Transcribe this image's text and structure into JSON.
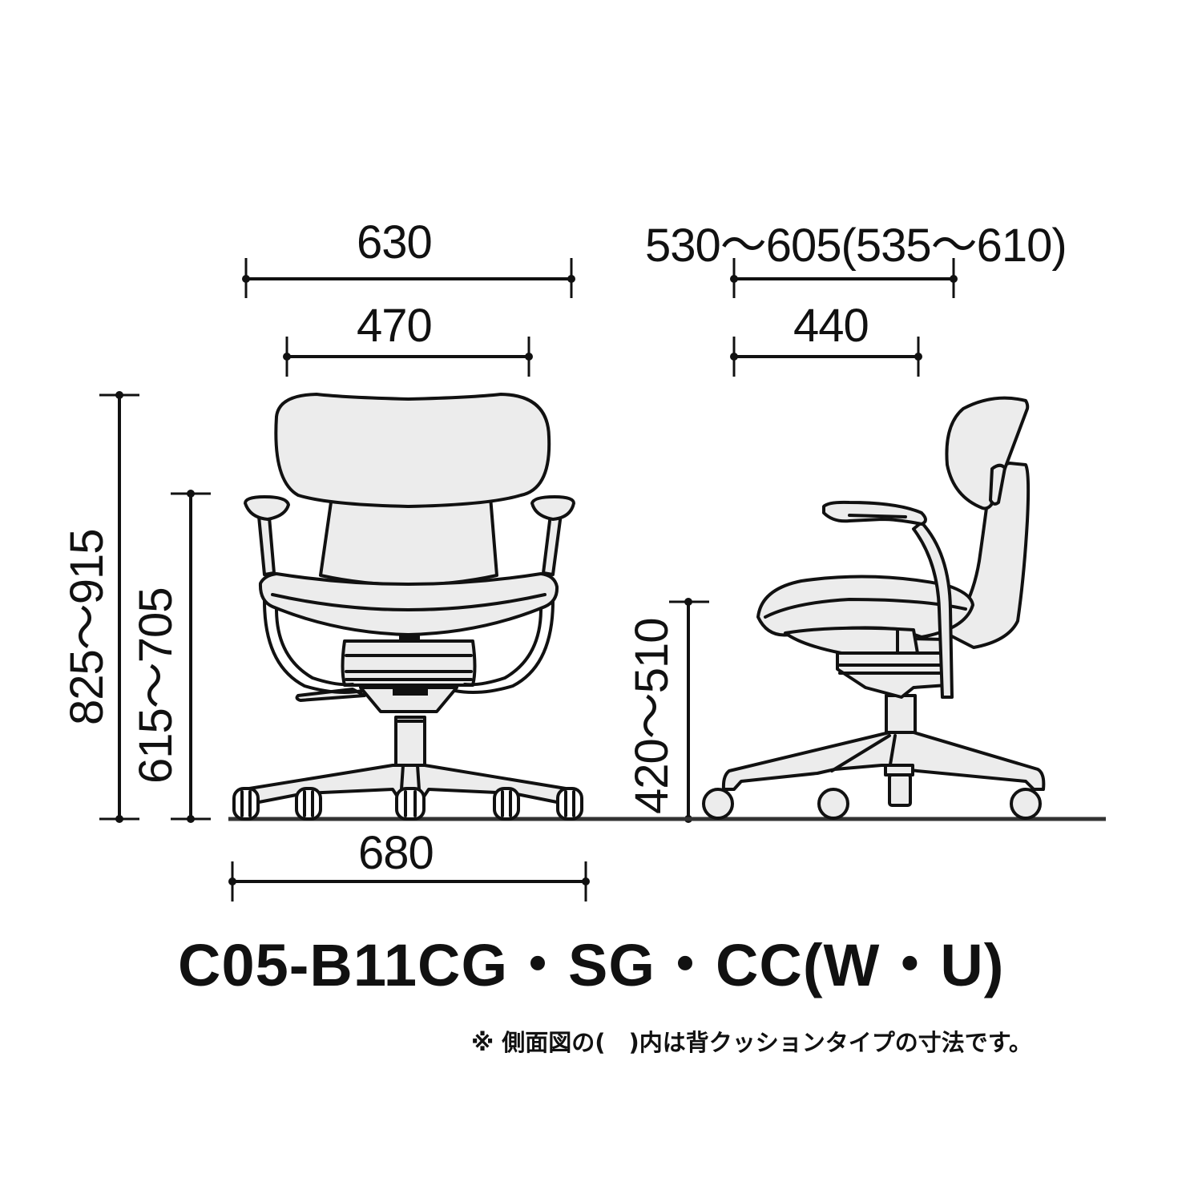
{
  "drawing": {
    "type": "chair dimension drawing",
    "fill_color": "#ececec",
    "line_color": "#111111",
    "background": "#ffffff"
  },
  "front_view": {
    "dimensions": {
      "overall_width": "630",
      "backrest_width": "470",
      "base_width": "680",
      "overall_height": "825～915",
      "armrest_height": "615～705"
    }
  },
  "side_view": {
    "dimensions": {
      "overall_depth": "530～605(535～610)",
      "seat_depth": "440",
      "seat_height": "420～510"
    }
  },
  "model_code": "C05-B11CG・SG・CC(W・U)",
  "footnote": "※ 側面図の(　)内は背クッションタイプの寸法です。",
  "chart_data": {
    "type": "table",
    "title": "C05-B11CG・SG・CC(W・U)",
    "units": "mm",
    "rows": [
      {
        "view": "front",
        "measure": "overall width",
        "value": "630"
      },
      {
        "view": "front",
        "measure": "backrest width",
        "value": "470"
      },
      {
        "view": "front",
        "measure": "base width",
        "value": "680"
      },
      {
        "view": "front",
        "measure": "overall height",
        "value": "825～915"
      },
      {
        "view": "front",
        "measure": "armrest height",
        "value": "615～705"
      },
      {
        "view": "side",
        "measure": "overall depth",
        "value": "530～605(535～610)"
      },
      {
        "view": "side",
        "measure": "seat depth",
        "value": "440"
      },
      {
        "view": "side",
        "measure": "seat height",
        "value": "420～510"
      }
    ]
  }
}
